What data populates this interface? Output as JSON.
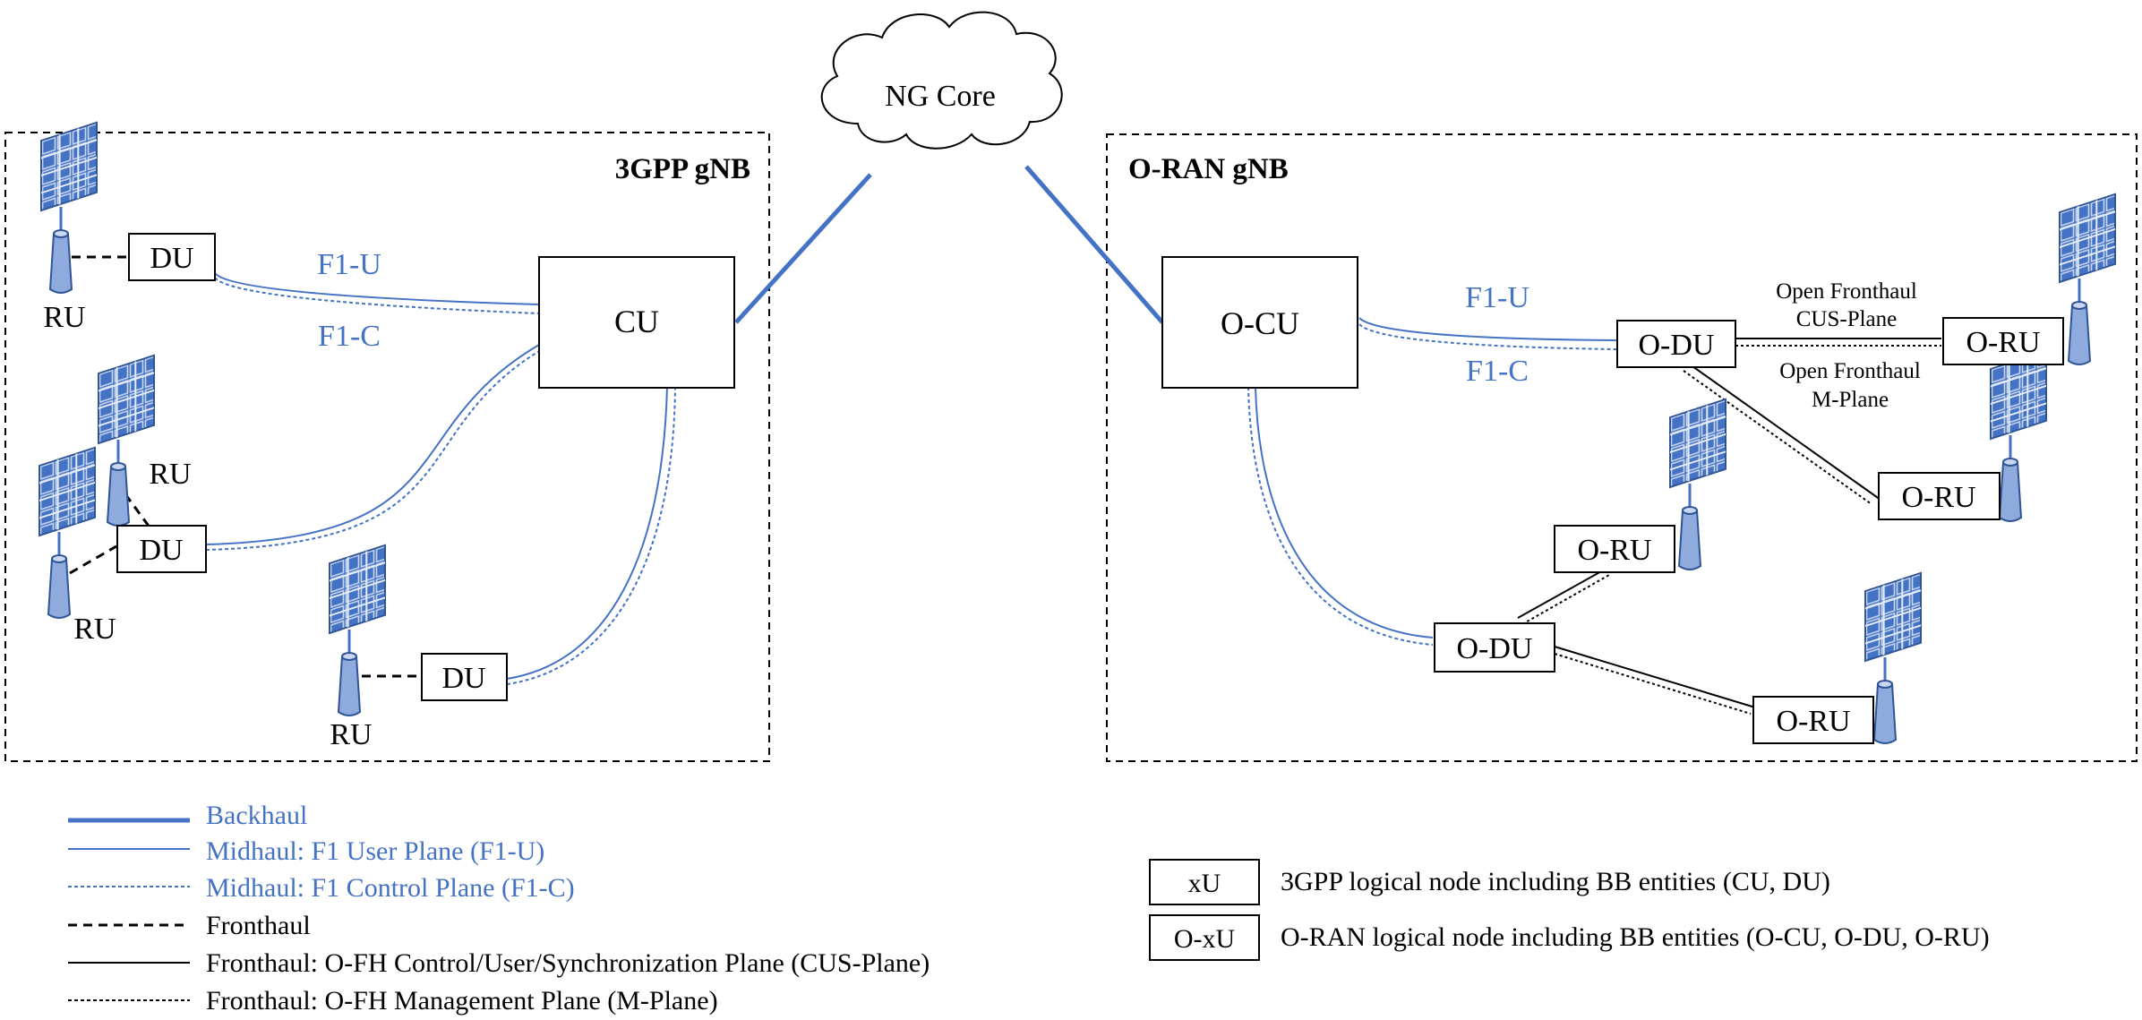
{
  "core": {
    "label": "NG Core"
  },
  "gnb_3gpp": {
    "title": "3GPP gNB",
    "cu": "CU",
    "du_labels": [
      "DU",
      "DU",
      "DU"
    ],
    "ru_labels": [
      "RU",
      "RU",
      "RU",
      "RU"
    ],
    "f1u": "F1-U",
    "f1c": "F1-C"
  },
  "gnb_oran": {
    "title": "O-RAN gNB",
    "ocu": "O-CU",
    "odu_labels": [
      "O-DU",
      "O-DU"
    ],
    "oru_labels": [
      "O-RU",
      "O-RU",
      "O-RU",
      "O-RU"
    ],
    "f1u": "F1-U",
    "f1c": "F1-C",
    "cus_plane_line1": "Open Fronthaul",
    "cus_plane_line2": "CUS-Plane",
    "m_plane_line1": "Open Fronthaul",
    "m_plane_line2": "M-Plane"
  },
  "legend_lines": [
    {
      "label": "Backhaul",
      "color": "#4472C4",
      "style": "thick-solid"
    },
    {
      "label": "Midhaul: F1 User Plane (F1-U)",
      "color": "#4472C4",
      "style": "solid"
    },
    {
      "label": "Midhaul: F1 Control Plane (F1-C)",
      "color": "#4472C4",
      "style": "dotted"
    },
    {
      "label": "Fronthaul",
      "color": "#000000",
      "style": "dashed"
    },
    {
      "label": "Fronthaul: O-FH Control/User/Synchronization Plane (CUS-Plane)",
      "color": "#000000",
      "style": "solid"
    },
    {
      "label": "Fronthaul: O-FH Management Plane (M-Plane)",
      "color": "#000000",
      "style": "dotted"
    }
  ],
  "legend_nodes": [
    {
      "box": "xU",
      "label": "3GPP logical node including BB entities (CU, DU)"
    },
    {
      "box": "O-xU",
      "label": "O-RAN logical node including BB entities (O-CU, O-DU, O-RU)"
    }
  ],
  "colors": {
    "accent": "#4472C4",
    "panel": "#4472C4"
  },
  "icons": [
    "cloud-icon",
    "antenna-panel-icon"
  ]
}
